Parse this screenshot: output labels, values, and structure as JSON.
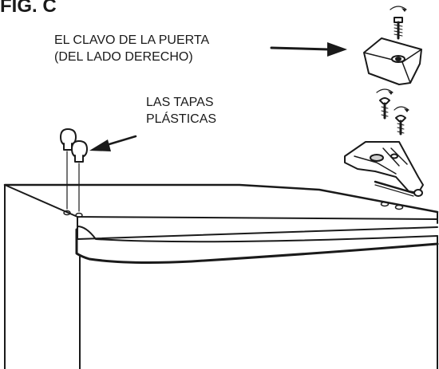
{
  "figure_title": "FIG. C",
  "labels": {
    "door_pin_line1": "EL CLAVO DE LA PUERTA",
    "door_pin_line2": "(DEL LADO DERECHO)",
    "caps_line1": "LAS TAPAS",
    "caps_line2": "PLÁSTICAS"
  },
  "colors": {
    "ink": "#1a1a1a",
    "paper": "#ffffff",
    "shade": "#d0d0d0"
  }
}
